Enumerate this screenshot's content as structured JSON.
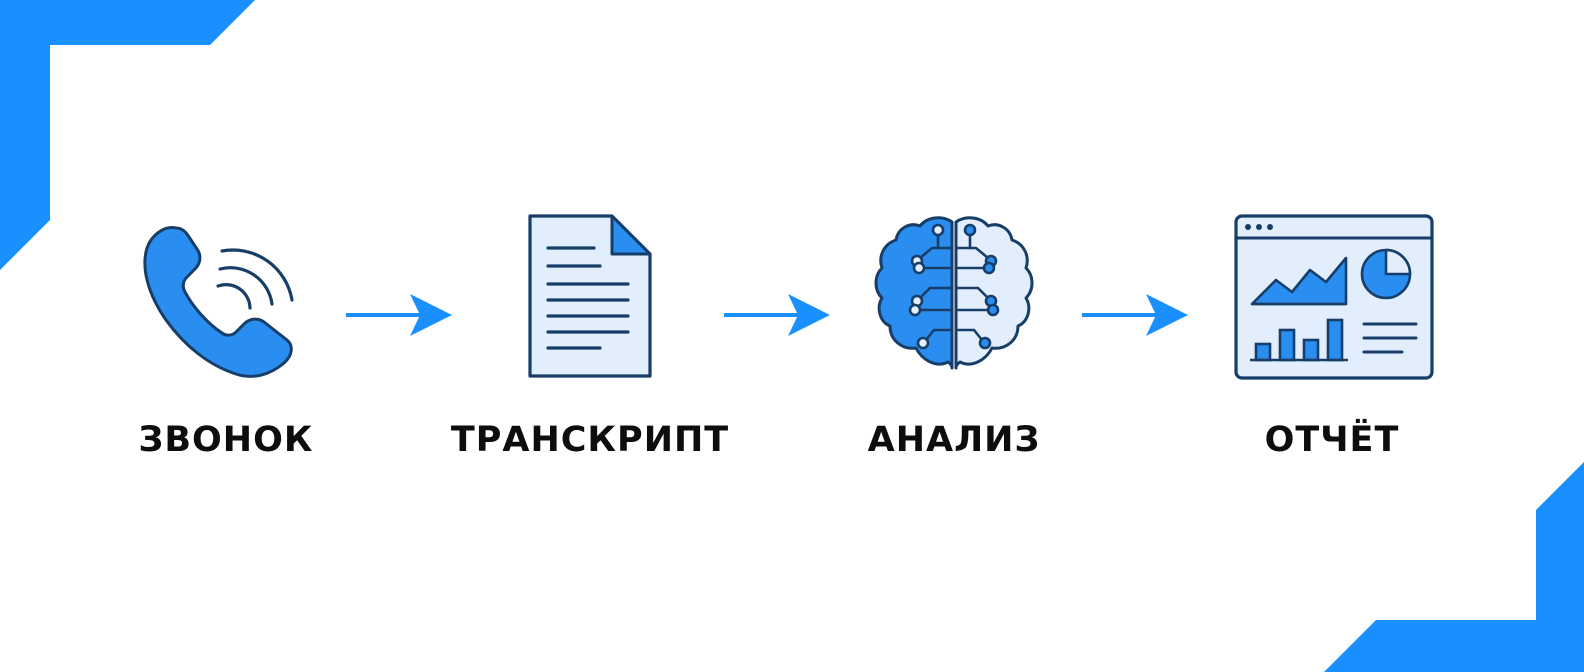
{
  "colors": {
    "accent": "#1a8fff",
    "icon_fill": "#2a8ef0",
    "icon_light": "#e3eefc",
    "outline": "#173e68",
    "label": "#0d0d0d"
  },
  "steps": [
    {
      "label": "ЗВОНОК",
      "icon": "phone-call-icon"
    },
    {
      "label": "ТРАНСКРИПТ",
      "icon": "document-icon"
    },
    {
      "label": "АНАЛИЗ",
      "icon": "brain-icon"
    },
    {
      "label": "ОТЧЁТ",
      "icon": "dashboard-report-icon"
    }
  ],
  "arrows": [
    {
      "from": "ЗВОНОК",
      "to": "ТРАНСКРИПТ"
    },
    {
      "from": "ТРАНСКРИПТ",
      "to": "АНАЛИЗ"
    },
    {
      "from": "АНАЛИЗ",
      "to": "ОТЧЁТ"
    }
  ]
}
